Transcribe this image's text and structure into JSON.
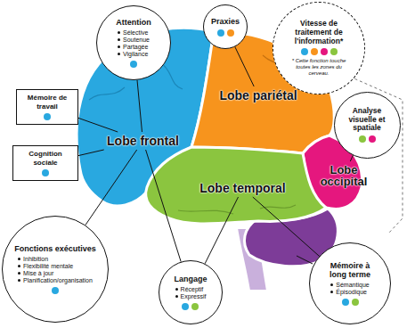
{
  "diagram": {
    "nodes": [
      {
        "text": [
          "Attention",
          "Sélective",
          "Soutenue",
          "Partagée",
          "Vigilance"
        ]
      },
      {
        "text": [
          "Praxies"
        ]
      },
      {
        "text": [
          "Vitesse de traitement de l'information*",
          "* Cette fonction touche toutes les zones du cerveau."
        ]
      },
      {
        "text": [
          "Mémoire de travail"
        ]
      },
      {
        "text": [
          "Lobe frontal"
        ]
      },
      {
        "text": [
          "Lobe pariétal"
        ]
      },
      {
        "text": [
          "Analyse visuelle et spatiale"
        ]
      },
      {
        "text": [
          "Cognition sociale"
        ]
      },
      {
        "text": [
          "Lobe occipital"
        ]
      },
      {
        "text": [
          "Lobe temporal"
        ]
      },
      {
        "text": [
          "Fonctions exécutives",
          "Inhibition",
          "Flexibilité mentale",
          "Mise à jour",
          "Planification/organisation"
        ]
      },
      {
        "text": [
          "Langage",
          "Réceptif",
          "Expressif"
        ]
      },
      {
        "text": [
          "Mémoire à long terme",
          "Sémantique",
          "Épisodique"
        ]
      }
    ],
    "edges": [
      {
        "from": 0,
        "to": 4,
        "arrow": "none"
      },
      {
        "from": 1,
        "to": 5,
        "arrow": "none"
      },
      {
        "from": 3,
        "to": 4,
        "arrow": "none"
      },
      {
        "from": 7,
        "to": 4,
        "arrow": "none"
      },
      {
        "from": 6,
        "to": 8,
        "arrow": "none"
      },
      {
        "from": 10,
        "to": 4,
        "arrow": "none"
      },
      {
        "from": 11,
        "to": 4,
        "arrow": "none"
      },
      {
        "from": 11,
        "to": 9,
        "arrow": "none"
      },
      {
        "from": 12,
        "to": 9,
        "arrow": "none"
      }
    ]
  }
}
